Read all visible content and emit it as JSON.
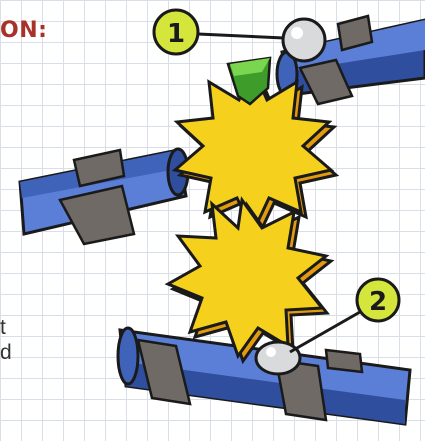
{
  "heading_fragment": "ON:",
  "cropped_text": [
    "t",
    "d"
  ],
  "callouts": [
    {
      "number": "1"
    },
    {
      "number": "2"
    }
  ],
  "colors": {
    "heading": "#a8322a",
    "gear": "#f5d11e",
    "gear_shadow": "#e29a10",
    "track": "#5b7fd6",
    "track_dark": "#2f4f9e",
    "clip": "#6f6a66",
    "marble": "#d8dadc",
    "peg": "#5cc23a",
    "callout_fill": "#d4e63c",
    "outline": "#1a1a1a"
  }
}
